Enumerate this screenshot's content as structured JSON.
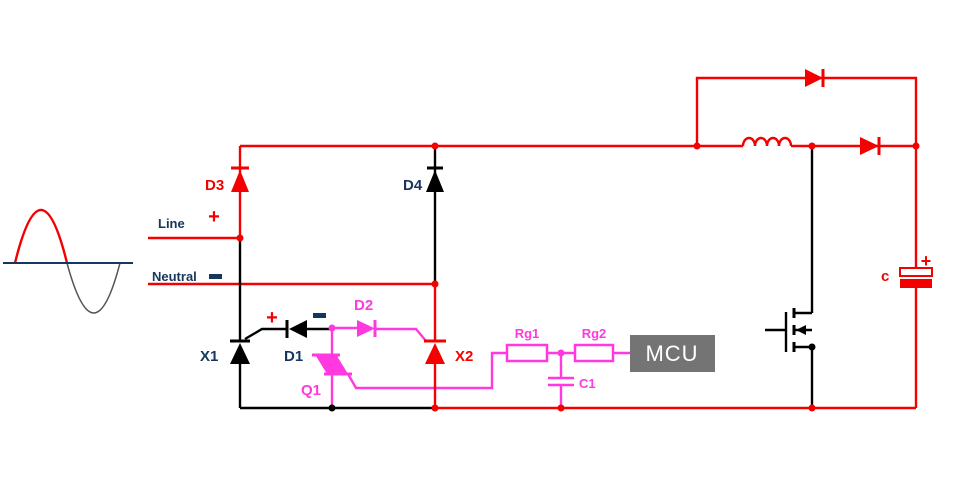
{
  "colors": {
    "red": "#f40000",
    "magenta": "#ff38e0",
    "navy": "#17365d",
    "wire_black": "#000000",
    "mcu_gray": "#747474"
  },
  "labels": {
    "line": "Line",
    "neutral": "Neutral",
    "plus": "+",
    "minus": "−",
    "d1": "D1",
    "d2": "D2",
    "d3": "D3",
    "d4": "D4",
    "x1": "X1",
    "x2": "X2",
    "q1": "Q1",
    "rg1": "Rg1",
    "rg2": "Rg2",
    "c1": "C1",
    "output_capacitor": "c",
    "mcu": "MCU"
  },
  "components": [
    {
      "label": "D3",
      "type": "diode",
      "color": "red"
    },
    {
      "label": "D4",
      "type": "diode",
      "color": "black"
    },
    {
      "label": "D1",
      "type": "diode",
      "color": "black"
    },
    {
      "label": "D2",
      "type": "diode",
      "color": "magenta"
    },
    {
      "label": "X1",
      "type": "scr-thyristor",
      "color": "black"
    },
    {
      "label": "X2",
      "type": "scr-thyristor",
      "color": "red"
    },
    {
      "label": "Q1",
      "type": "triac",
      "color": "magenta"
    },
    {
      "label": "Rg1",
      "type": "resistor",
      "color": "magenta"
    },
    {
      "label": "Rg2",
      "type": "resistor",
      "color": "magenta"
    },
    {
      "label": "C1",
      "type": "capacitor",
      "color": "magenta"
    },
    {
      "label": "c",
      "type": "polarized-output-capacitor",
      "color": "red"
    },
    {
      "label": "MCU",
      "type": "block",
      "color": "gray"
    },
    {
      "label": "",
      "type": "boost-inductor",
      "color": "red"
    },
    {
      "label": "",
      "type": "bypass-diode",
      "color": "red"
    },
    {
      "label": "",
      "type": "boost-diode",
      "color": "red"
    },
    {
      "label": "",
      "type": "n-mosfet",
      "color": "black"
    },
    {
      "label": "",
      "type": "ac-half-wave-source",
      "color": "red"
    }
  ]
}
